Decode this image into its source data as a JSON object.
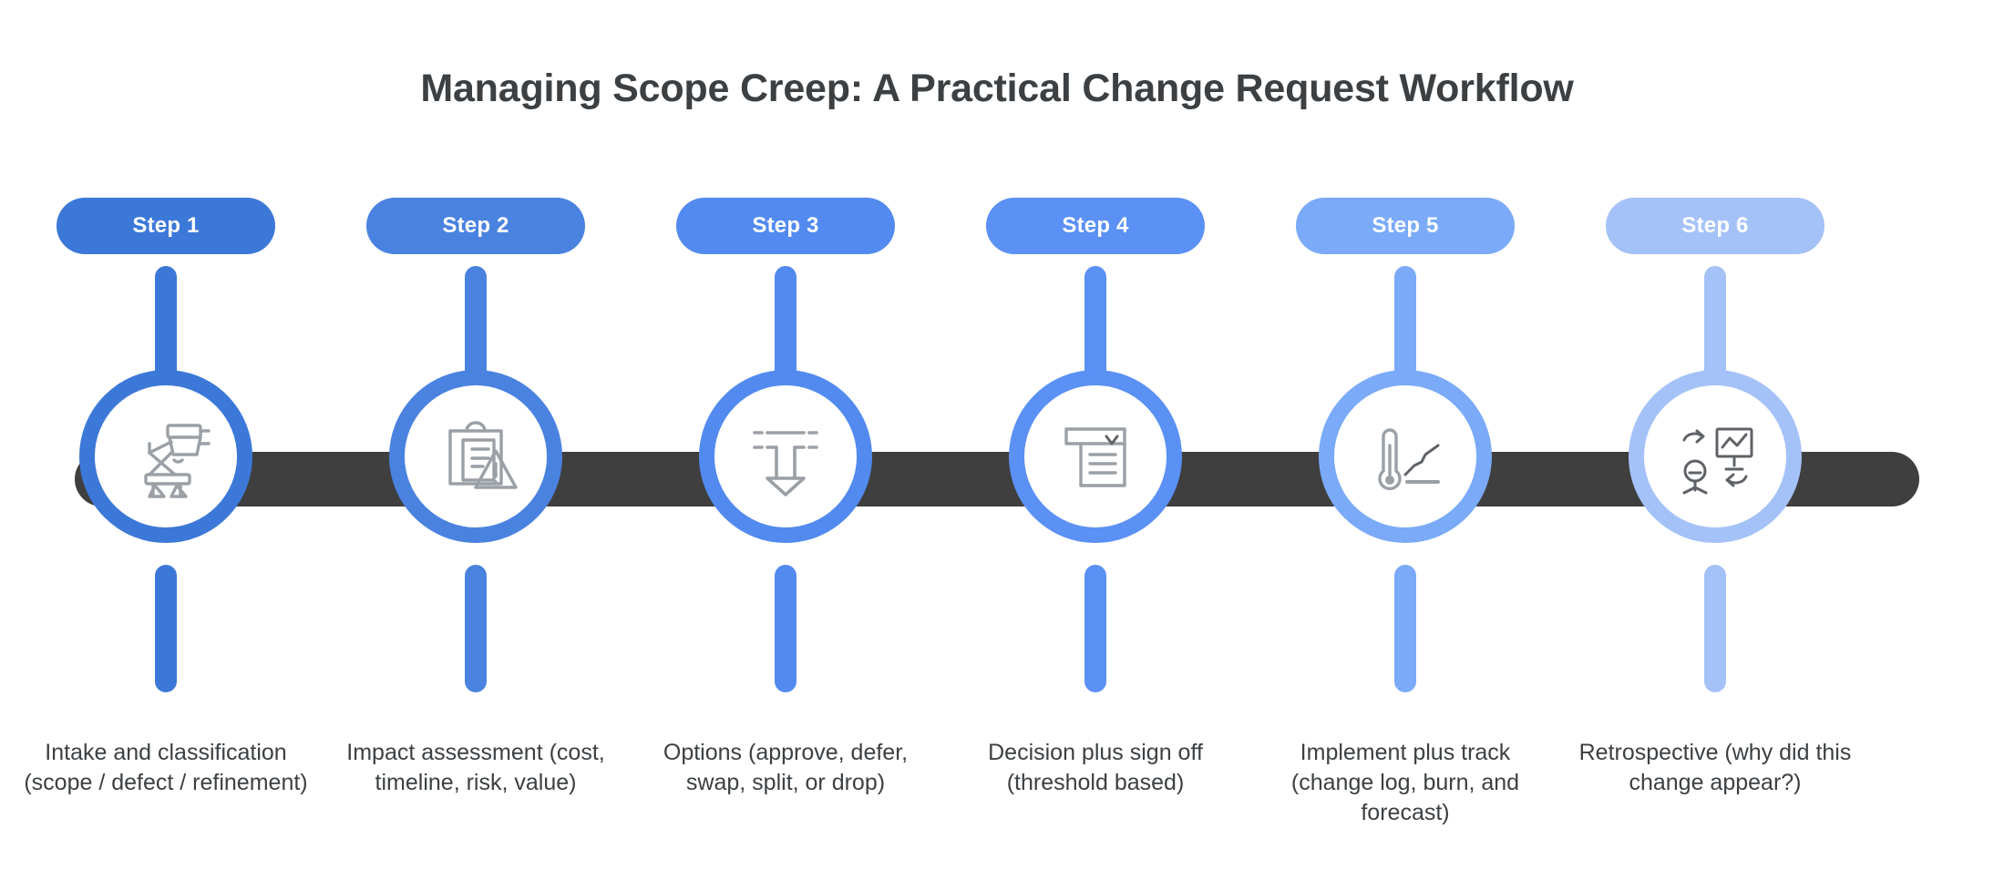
{
  "title": "Managing Scope Creep: A Practical Change Request Workflow",
  "colors": {
    "background": "#ffffff",
    "title_text": "#3c4043",
    "track_bar": "#3f3f3f",
    "caption_text": "#3c4043",
    "icon_stroke": "#9aa0a6",
    "pill_text": "#ffffff"
  },
  "track": {
    "name": "timeline-bar"
  },
  "steps": [
    {
      "pill_label": "Step 1",
      "color": "#3c78d8",
      "icon": "intake-tray-icon",
      "caption": "Intake and classification (scope / defect / refinement)"
    },
    {
      "pill_label": "Step 2",
      "color": "#4a82e0",
      "icon": "clipboard-warning-icon",
      "caption": "Impact assessment (cost, timeline, risk, value)"
    },
    {
      "pill_label": "Step 3",
      "color": "#528aef",
      "icon": "funnel-down-arrow-icon",
      "caption": "Options (approve, defer, swap, split, or drop)"
    },
    {
      "pill_label": "Step 4",
      "color": "#5b90f5",
      "icon": "document-signoff-icon",
      "caption": "Decision plus sign off (threshold based)"
    },
    {
      "pill_label": "Step 5",
      "color": "#7aaaf8",
      "icon": "thermometer-trend-icon",
      "caption": "Implement plus track (change log, burn, and forecast)"
    },
    {
      "pill_label": "Step 6",
      "color": "#a4c2f7",
      "icon": "retrospective-review-icon",
      "caption": "Retrospective (why did this change appear?)"
    }
  ]
}
